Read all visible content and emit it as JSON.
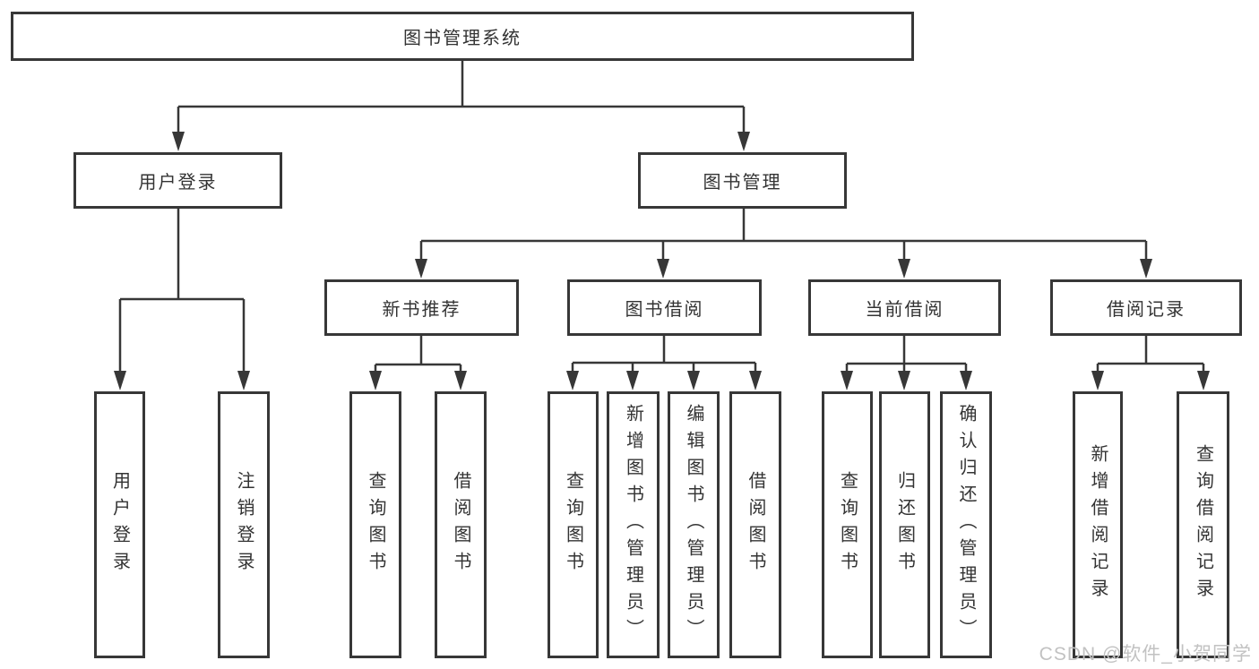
{
  "diagram": {
    "root": {
      "label": "图书管理系统"
    },
    "children": [
      {
        "label": "用户登录",
        "children": [
          {
            "label": "用户登录"
          },
          {
            "label": "注销登录"
          }
        ]
      },
      {
        "label": "图书管理",
        "children": [
          {
            "label": "新书推荐",
            "children": [
              {
                "label": "查询图书"
              },
              {
                "label": "借阅图书"
              }
            ]
          },
          {
            "label": "图书借阅",
            "children": [
              {
                "label": "查询图书"
              },
              {
                "label": "新增图书（管理员）"
              },
              {
                "label": "编辑图书（管理员）"
              },
              {
                "label": "借阅图书"
              }
            ]
          },
          {
            "label": "当前借阅",
            "children": [
              {
                "label": "查询图书"
              },
              {
                "label": "归还图书"
              },
              {
                "label": "确认归还（管理员）"
              }
            ]
          },
          {
            "label": "借阅记录",
            "children": [
              {
                "label": "新增借阅记录"
              },
              {
                "label": "查询借阅记录"
              }
            ]
          }
        ]
      }
    ]
  },
  "watermark": {
    "text": "CSDN @软件_小贺同学"
  },
  "colors": {
    "line": "#373737",
    "text": "#333333",
    "watermark": "#c2c2c2",
    "background": "#ffffff"
  }
}
